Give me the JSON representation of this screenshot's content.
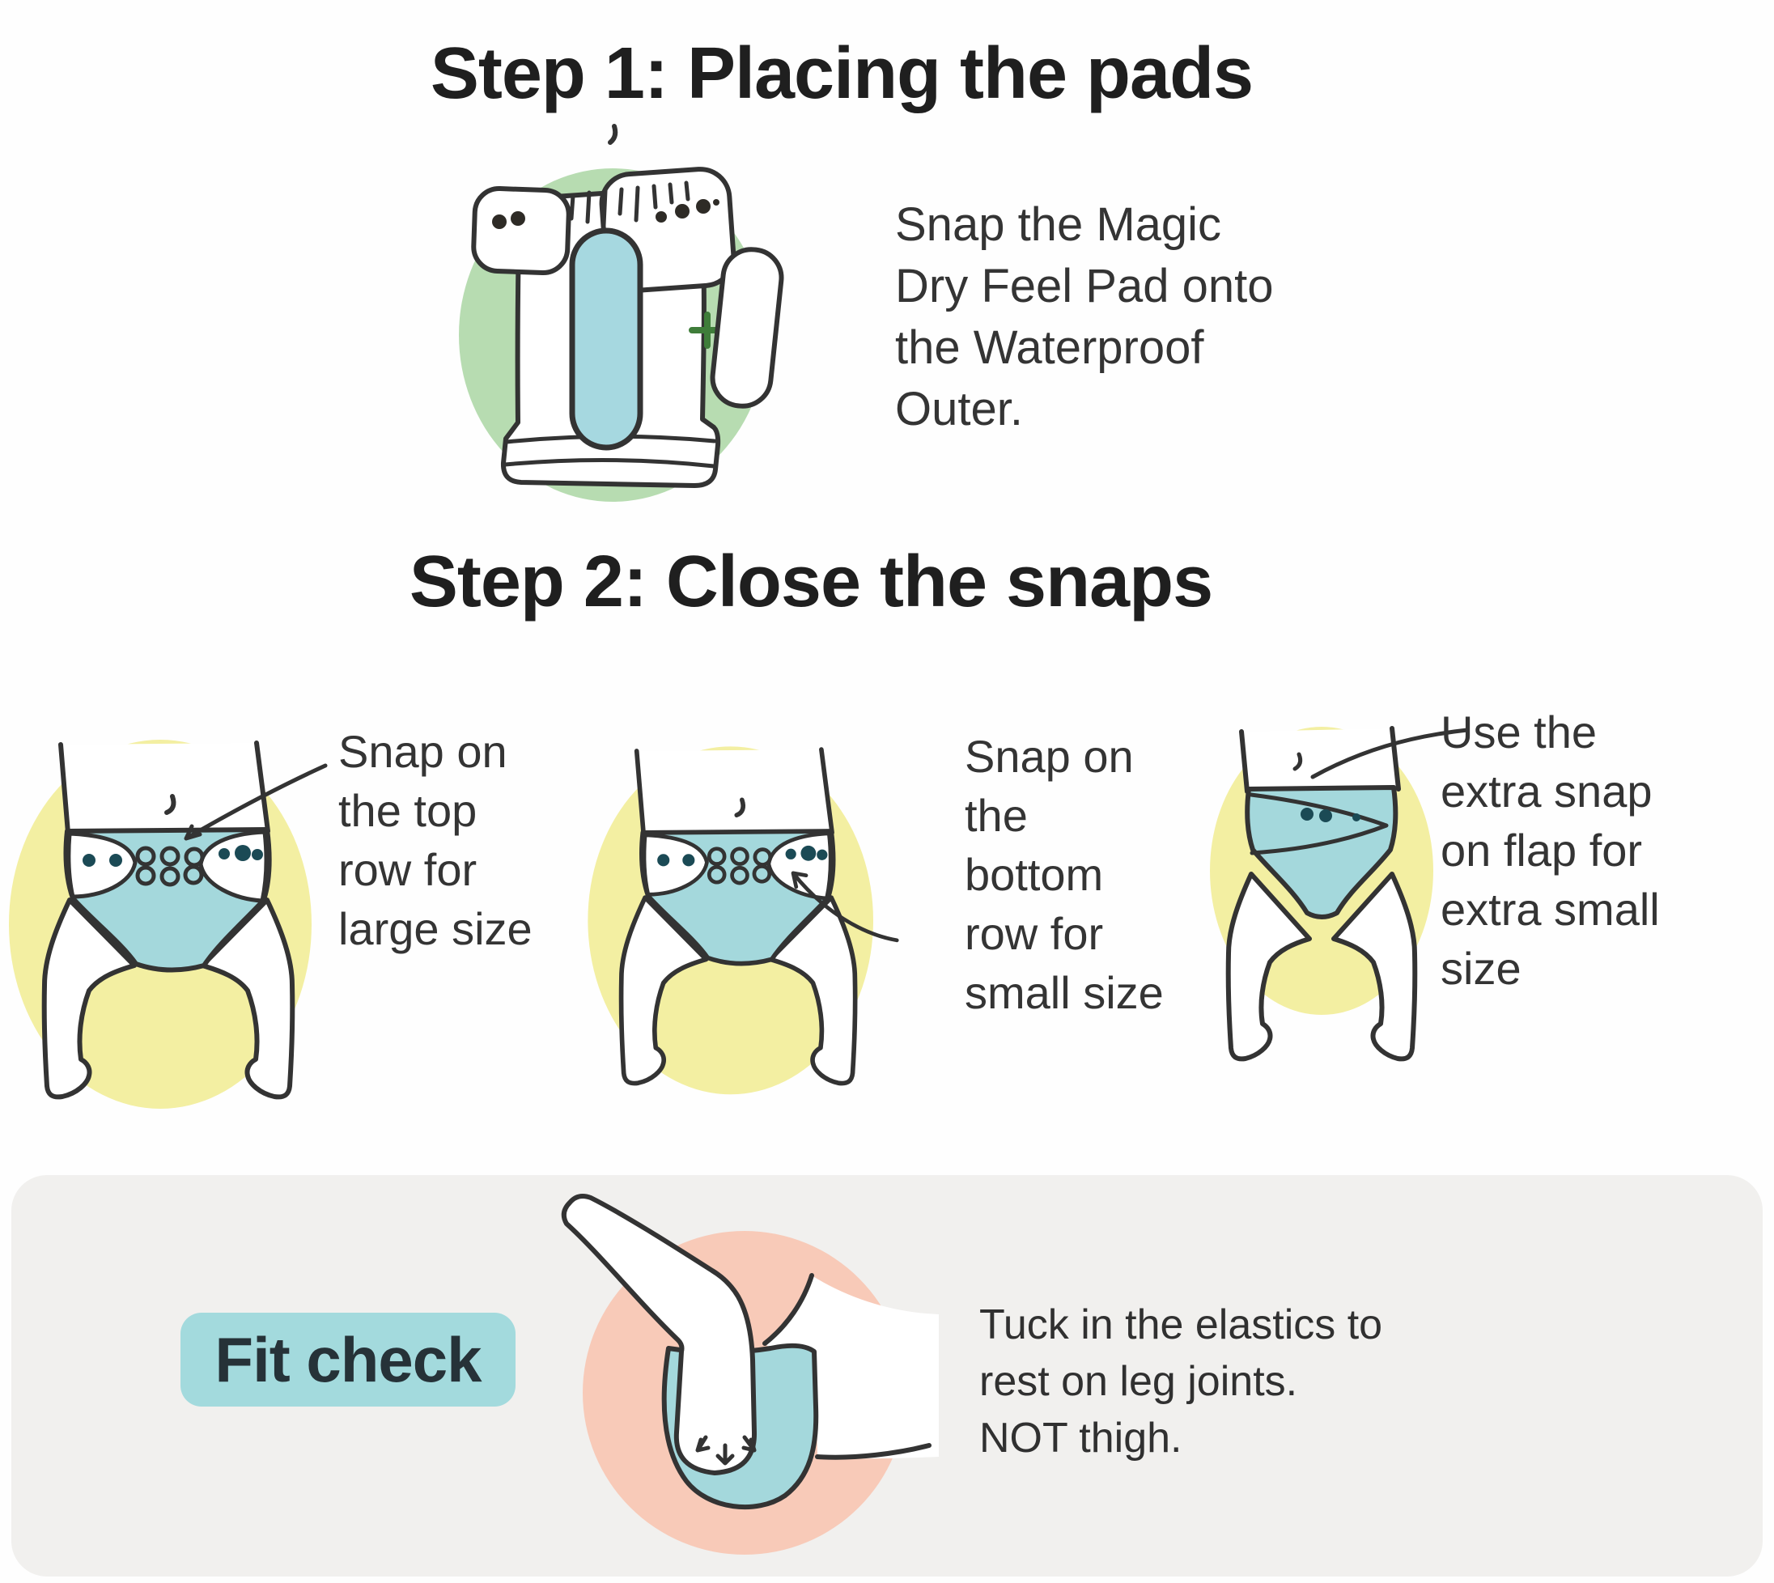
{
  "colors": {
    "outline": "#333333",
    "ink": "#2f2f2f",
    "heading": "#1f1f1f",
    "green": "#b7dcb1",
    "pad_blue": "#a6d8e0",
    "diaper_blue": "#a4d8dc",
    "yellow": "#f3efa2",
    "pink": "#f8cab8",
    "teal_label": "#a3dadd",
    "panel_gray": "#f1f0ee",
    "snap": "#1b4a55",
    "plus_green": "#3f7d3a"
  },
  "step1": {
    "title": "Step 1: Placing the pads",
    "plus_sign": "+",
    "caption_lines": [
      "Snap the Magic",
      "Dry Feel Pad onto",
      "the Waterproof",
      "Outer."
    ]
  },
  "step2": {
    "title": "Step 2: Close the snaps",
    "panels": [
      {
        "id": "large",
        "caption_lines": [
          "Snap on",
          "the top",
          "row for",
          "large size"
        ]
      },
      {
        "id": "small",
        "caption_lines": [
          "Snap on",
          "the",
          "bottom",
          "row for",
          "small size"
        ]
      },
      {
        "id": "extra-small",
        "caption_lines": [
          "Use the",
          "extra snap",
          "on flap for",
          "extra small",
          "size"
        ]
      }
    ]
  },
  "fit_check": {
    "label": "Fit check",
    "note_lines": [
      "Tuck in the elastics to",
      "rest on leg joints.",
      "NOT thigh."
    ]
  }
}
